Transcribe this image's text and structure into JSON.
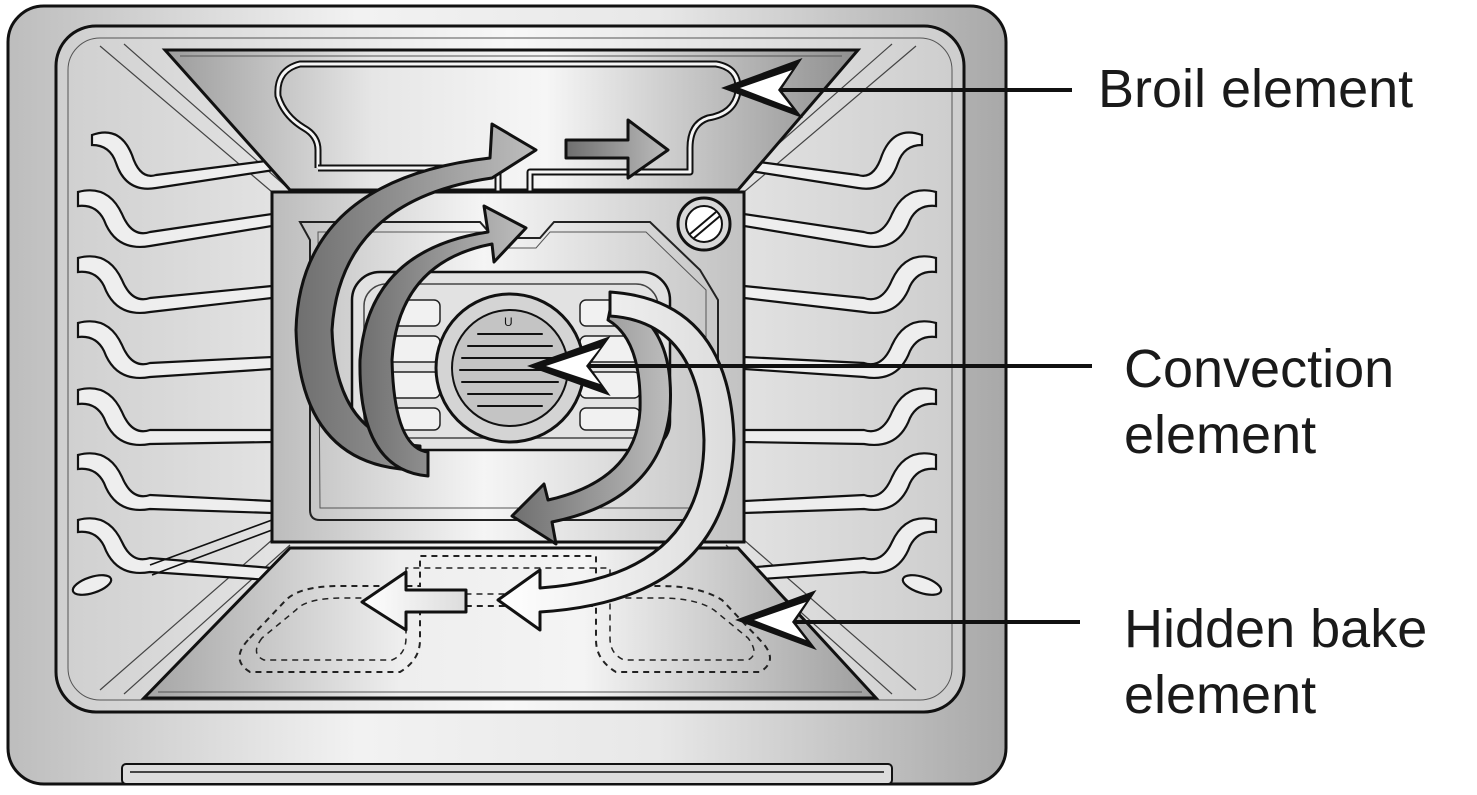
{
  "labels": {
    "broil": "Broil element",
    "convection_line1": "Convection",
    "convection_line2": "element",
    "hidden_bake_line1": "Hidden bake",
    "hidden_bake_line2": "element"
  },
  "colors": {
    "outline": "#111111",
    "oven_light": "#f4f4f4",
    "oven_mid": "#c9c9c9",
    "oven_dark": "#9a9a9a",
    "arrow_dark": "#8a8a8a",
    "text": "#1a1a1a"
  }
}
